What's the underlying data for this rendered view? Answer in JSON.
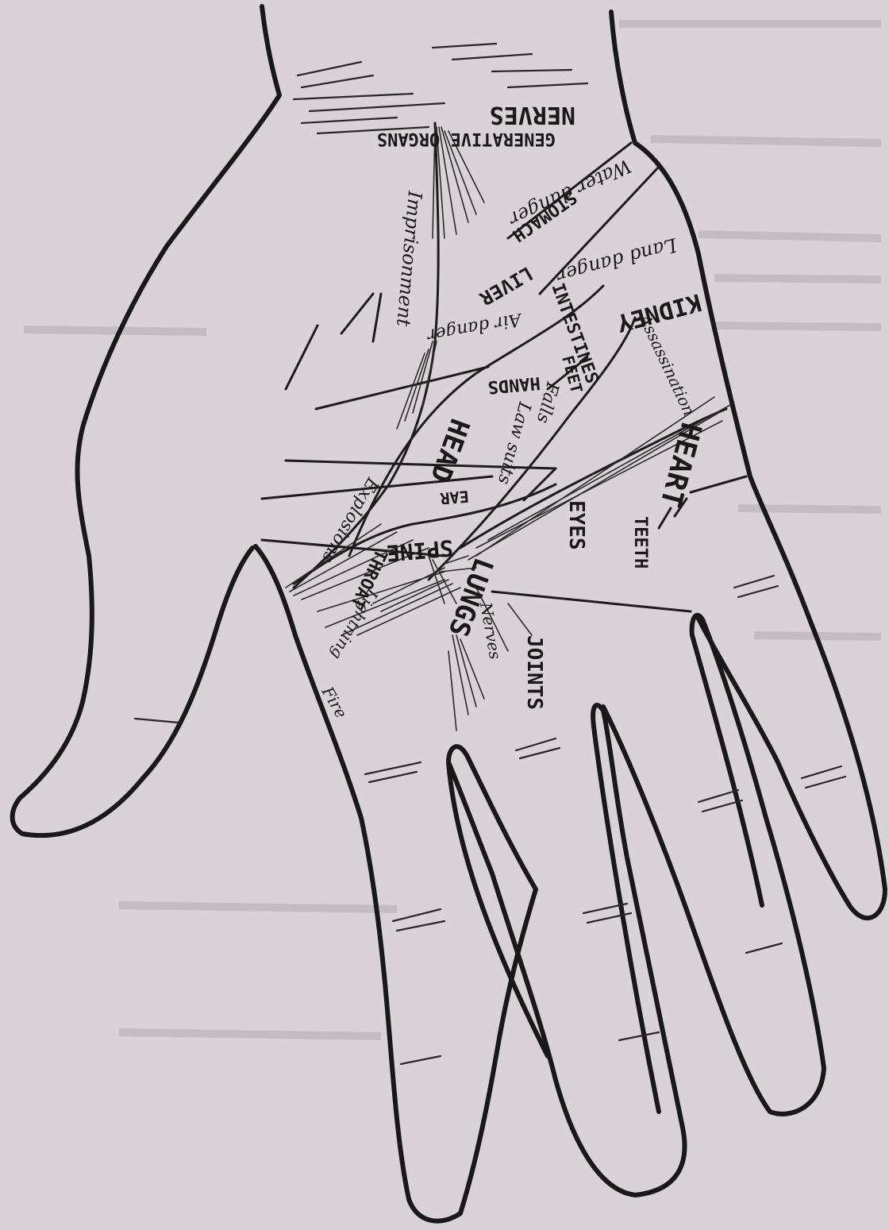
{
  "image": {
    "kind": "palmistry hand diagram (scanned printed page)",
    "colors": {
      "paper": "#d9d2d6",
      "ink": "#1a1718",
      "bleed": "#c4bcc0"
    }
  },
  "labels": {
    "nerves": "NERVES",
    "generative_organs": "GENERATIVE ORGANS",
    "water_danger": "Water danger",
    "land_danger": "Land danger",
    "stomach": "STOMACH",
    "liver": "LIVER",
    "imprisonment": "Imprisonment",
    "kidney": "KIDNEY",
    "air_danger": "Air danger",
    "intestines": "INTESTINES",
    "assassination": "Assassination",
    "feet": "FEET",
    "hands": "HANDS",
    "falls": "Falls",
    "law_suits": "Law suits",
    "head": "HEAD",
    "heart": "HEART",
    "explosions": "Explosions",
    "ear": "EAR",
    "spine": "SPINE",
    "eyes": "EYES",
    "teeth": "TEETH",
    "throat": "THROAT",
    "lightning": "Lightning",
    "lungs": "LUNGS",
    "nerves_lower": "Nerves",
    "joints": "JOINTS",
    "fire": "Fire"
  }
}
